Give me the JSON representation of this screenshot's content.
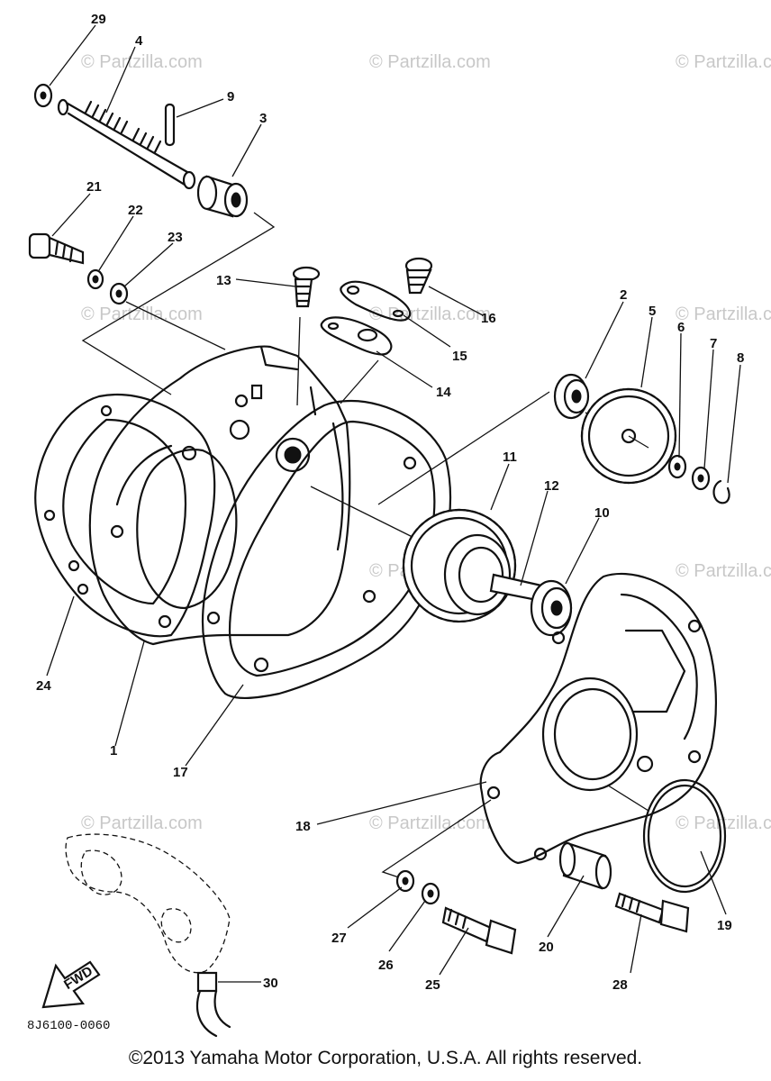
{
  "diagram_code": "8J6100-0060",
  "copyright": "©2013 Yamaha Motor Corporation, U.S.A. All rights reserved.",
  "watermark": "© Partzilla.com",
  "fwd_label": "FWD",
  "callouts": [
    "1",
    "2",
    "3",
    "4",
    "5",
    "6",
    "7",
    "8",
    "9",
    "10",
    "11",
    "12",
    "13",
    "14",
    "15",
    "16",
    "17",
    "18",
    "19",
    "20",
    "21",
    "22",
    "23",
    "24",
    "25",
    "26",
    "27",
    "28",
    "29",
    "30"
  ]
}
